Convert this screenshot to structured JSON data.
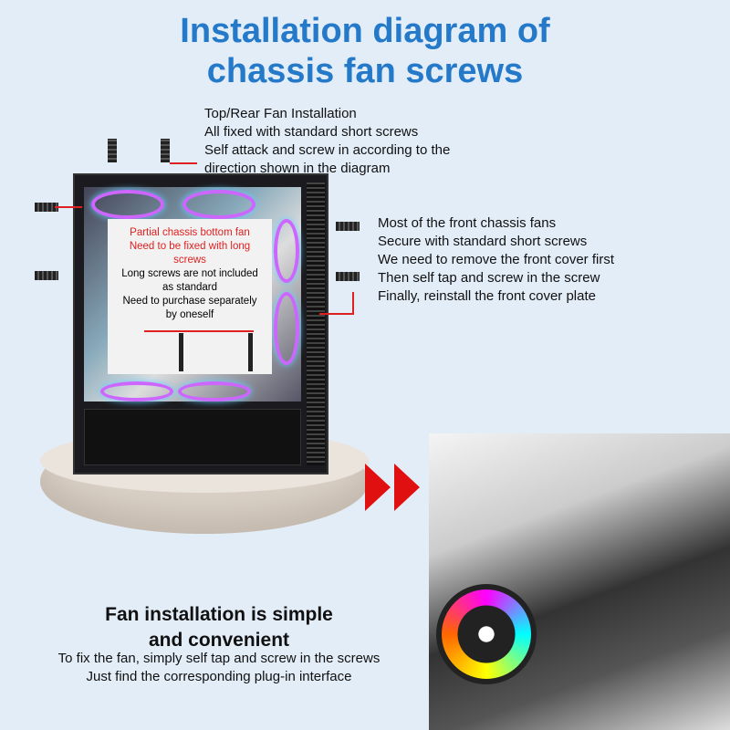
{
  "title": {
    "line1": "Installation diagram of",
    "line2": "chassis fan screws"
  },
  "top_note": [
    "Top/Rear Fan Installation",
    "All fixed with standard short screws",
    "Self attack and screw in according to the",
    "direction shown in the diagram"
  ],
  "front_note": [
    "Most of the front chassis fans",
    "Secure with standard short screws",
    "We need to remove the front cover first",
    "Then self tap and screw in the screw",
    "Finally, reinstall the front cover plate"
  ],
  "callout": {
    "red": [
      "Partial chassis bottom fan",
      "Need to be fixed with long",
      "screws"
    ],
    "black": [
      "Long screws are not included",
      "as standard",
      "Need to purchase separately",
      "by oneself"
    ]
  },
  "bottom": {
    "heading": [
      "Fan installation is simple",
      "and convenient"
    ],
    "lines": [
      "To fix the fan, simply self tap and screw in the screws",
      "Just find the corresponding plug-in interface"
    ]
  },
  "colors": {
    "title": "#2479c9",
    "accent": "#e02020"
  }
}
